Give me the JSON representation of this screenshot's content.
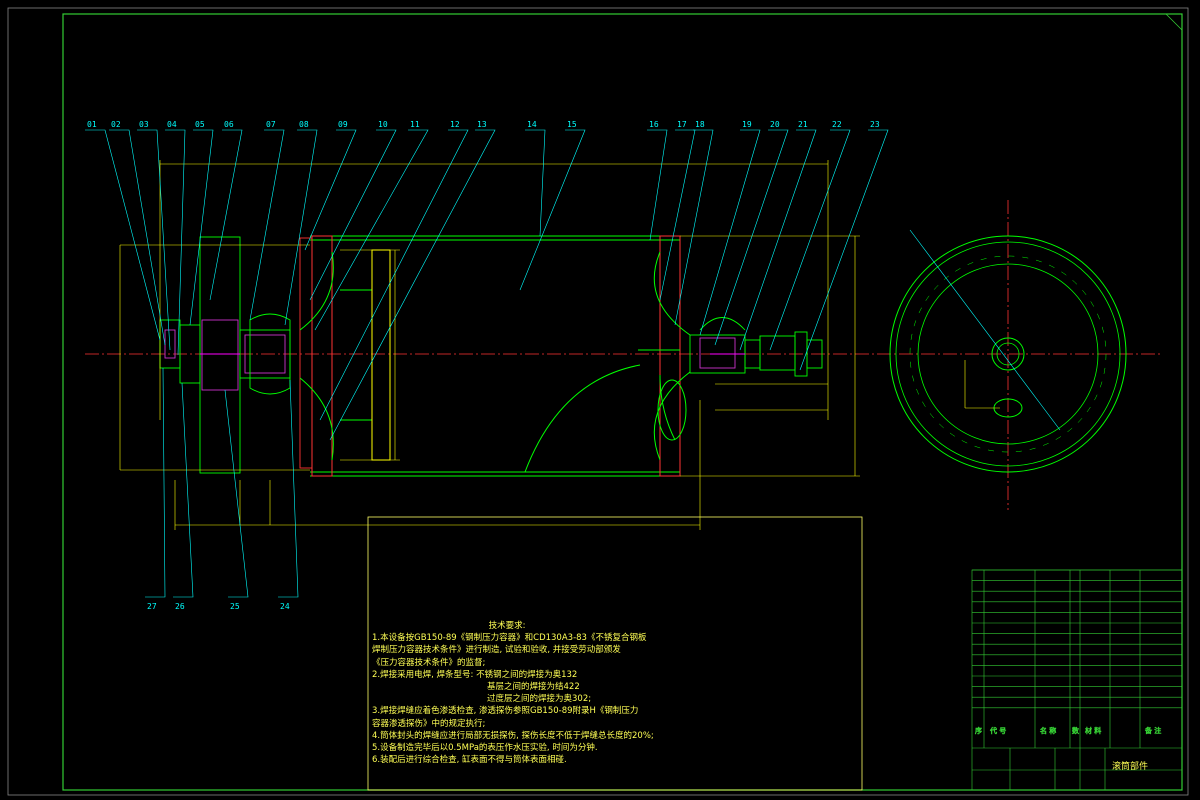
{
  "drawing": {
    "part_numbers": [
      "01",
      "02",
      "03",
      "04",
      "05",
      "06",
      "07",
      "08",
      "09",
      "10",
      "11",
      "12",
      "13",
      "14",
      "15",
      "16",
      "17",
      "18",
      "19",
      "20",
      "21",
      "22",
      "23"
    ],
    "bottom_part_numbers": [
      "27",
      "26",
      "25",
      "24"
    ],
    "title_block_title": "滚筒部件",
    "colors": {
      "background": "#000000",
      "border": "#33cc33",
      "outline": "#00ff00",
      "dim": "#ffff00",
      "leader": "#00ffff",
      "center": "#ff3333",
      "hatch": "#cc33cc",
      "note": "#ffff55"
    }
  },
  "notes": {
    "title": "技术要求:",
    "lines": [
      "1.本设备按GB150-89《钢制压力容器》和CD130A3-83《不锈复合钢板",
      "焊制压力容器技术条件》进行制造, 试验和验收, 并接受劳动部颁发",
      "《压力容器技术条件》的监督;",
      "2.焊接采用电焊, 焊条型号: 不锈钢之间的焊接为奥132",
      "基层之间的焊接为结422",
      "过度层之间的焊接为奥302;",
      "3.焊接焊缝应着色渗透检查, 渗透探伤参照GB150-89附录H《钢制压力",
      "容器渗透探伤》中的规定执行;",
      "4.筒体封头的焊缝应进行局部无损探伤, 探伤长度不低于焊缝总长度的20%;",
      "5.设备制造完毕后以0.5MPa的表压作水压实验, 时间为分钟.",
      "6.装配后进行综合检查, 缸表面不得与筒体表面相碰."
    ]
  },
  "title_block": {
    "header": [
      "序",
      "代  号",
      "名  称",
      "数",
      "材  料",
      "备  注"
    ]
  }
}
